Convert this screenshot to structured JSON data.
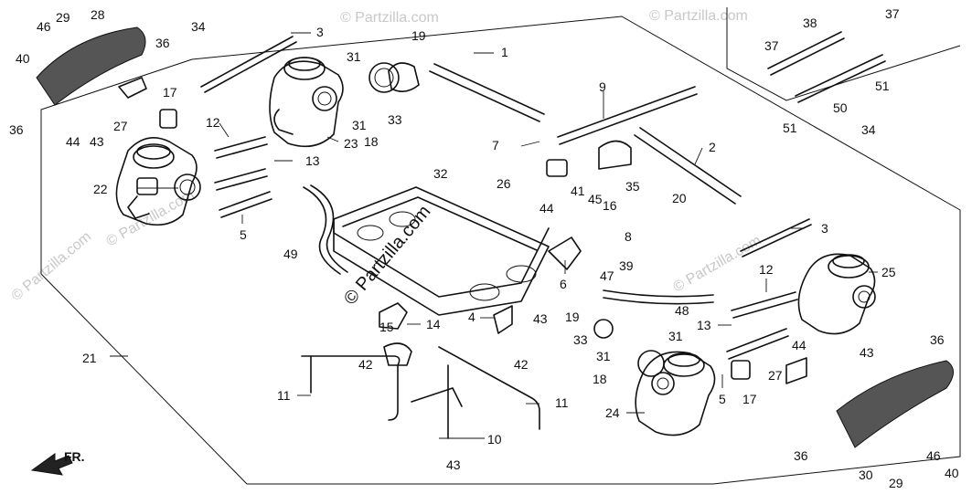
{
  "diagram": {
    "watermark": "© Partzilla.com",
    "direction_label": "FR.",
    "callouts": [
      {
        "id": "c1",
        "text": "1"
      },
      {
        "id": "c2",
        "text": "2"
      },
      {
        "id": "c3a",
        "text": "3"
      },
      {
        "id": "c3b",
        "text": "3"
      },
      {
        "id": "c4",
        "text": "4"
      },
      {
        "id": "c5a",
        "text": "5"
      },
      {
        "id": "c5b",
        "text": "5"
      },
      {
        "id": "c6",
        "text": "6"
      },
      {
        "id": "c7",
        "text": "7"
      },
      {
        "id": "c8",
        "text": "8"
      },
      {
        "id": "c9",
        "text": "9"
      },
      {
        "id": "c10",
        "text": "10"
      },
      {
        "id": "c11a",
        "text": "11"
      },
      {
        "id": "c11b",
        "text": "11"
      },
      {
        "id": "c12a",
        "text": "12"
      },
      {
        "id": "c12b",
        "text": "12"
      },
      {
        "id": "c13a",
        "text": "13"
      },
      {
        "id": "c13b",
        "text": "13"
      },
      {
        "id": "c14",
        "text": "14"
      },
      {
        "id": "c15",
        "text": "15"
      },
      {
        "id": "c16",
        "text": "16"
      },
      {
        "id": "c17a",
        "text": "17"
      },
      {
        "id": "c17b",
        "text": "17"
      },
      {
        "id": "c18a",
        "text": "18"
      },
      {
        "id": "c18b",
        "text": "18"
      },
      {
        "id": "c19a",
        "text": "19"
      },
      {
        "id": "c19b",
        "text": "19"
      },
      {
        "id": "c20",
        "text": "20"
      },
      {
        "id": "c21",
        "text": "21"
      },
      {
        "id": "c22",
        "text": "22"
      },
      {
        "id": "c23",
        "text": "23"
      },
      {
        "id": "c24",
        "text": "24"
      },
      {
        "id": "c25",
        "text": "25"
      },
      {
        "id": "c26",
        "text": "26"
      },
      {
        "id": "c27a",
        "text": "27"
      },
      {
        "id": "c27b",
        "text": "27"
      },
      {
        "id": "c28",
        "text": "28"
      },
      {
        "id": "c29a",
        "text": "29"
      },
      {
        "id": "c29b",
        "text": "29"
      },
      {
        "id": "c30",
        "text": "30"
      },
      {
        "id": "c31a",
        "text": "31"
      },
      {
        "id": "c31b",
        "text": "31"
      },
      {
        "id": "c31c",
        "text": "31"
      },
      {
        "id": "c31d",
        "text": "31"
      },
      {
        "id": "c32",
        "text": "32"
      },
      {
        "id": "c33a",
        "text": "33"
      },
      {
        "id": "c33b",
        "text": "33"
      },
      {
        "id": "c34a",
        "text": "34"
      },
      {
        "id": "c34b",
        "text": "34"
      },
      {
        "id": "c35",
        "text": "35"
      },
      {
        "id": "c36a",
        "text": "36"
      },
      {
        "id": "c36b",
        "text": "36"
      },
      {
        "id": "c36c",
        "text": "36"
      },
      {
        "id": "c36d",
        "text": "36"
      },
      {
        "id": "c37a",
        "text": "37"
      },
      {
        "id": "c37b",
        "text": "37"
      },
      {
        "id": "c38",
        "text": "38"
      },
      {
        "id": "c39",
        "text": "39"
      },
      {
        "id": "c40a",
        "text": "40"
      },
      {
        "id": "c40b",
        "text": "40"
      },
      {
        "id": "c41",
        "text": "41"
      },
      {
        "id": "c42a",
        "text": "42"
      },
      {
        "id": "c42b",
        "text": "42"
      },
      {
        "id": "c43a",
        "text": "43"
      },
      {
        "id": "c43b",
        "text": "43"
      },
      {
        "id": "c43c",
        "text": "43"
      },
      {
        "id": "c43d",
        "text": "43"
      },
      {
        "id": "c44a",
        "text": "44"
      },
      {
        "id": "c44b",
        "text": "44"
      },
      {
        "id": "c44c",
        "text": "44"
      },
      {
        "id": "c45",
        "text": "45"
      },
      {
        "id": "c46a",
        "text": "46"
      },
      {
        "id": "c46b",
        "text": "46"
      },
      {
        "id": "c47",
        "text": "47"
      },
      {
        "id": "c48",
        "text": "48"
      },
      {
        "id": "c49",
        "text": "49"
      },
      {
        "id": "c50",
        "text": "50"
      },
      {
        "id": "c51a",
        "text": "51"
      },
      {
        "id": "c51b",
        "text": "51"
      }
    ]
  }
}
